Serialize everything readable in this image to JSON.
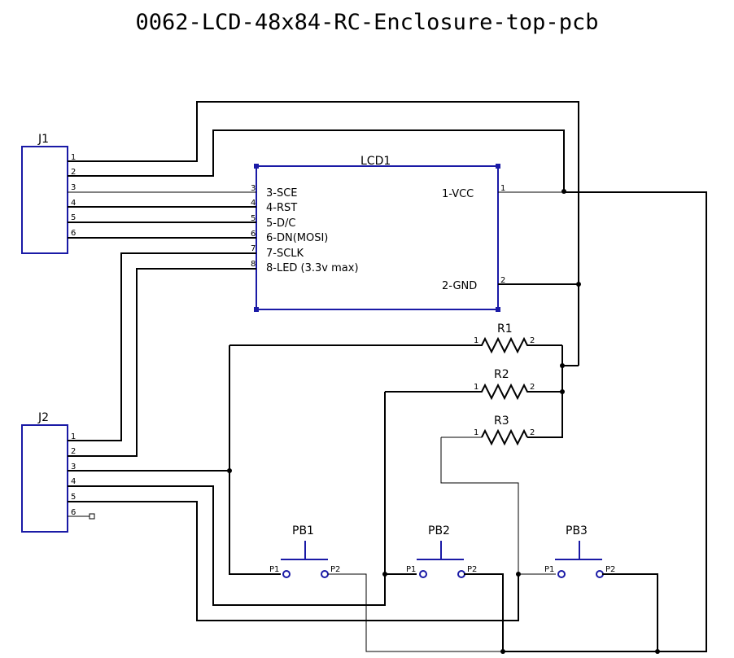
{
  "title": "0062-LCD-48x84-RC-Enclosure-top-pcb",
  "j1": {
    "ref": "J1",
    "pins": [
      "1",
      "2",
      "3",
      "4",
      "5",
      "6"
    ]
  },
  "j2": {
    "ref": "J2",
    "pins": [
      "1",
      "2",
      "3",
      "4",
      "5",
      "6"
    ]
  },
  "lcd": {
    "ref": "LCD1",
    "left_pins": [
      {
        "num": "3",
        "label": "3-SCE"
      },
      {
        "num": "4",
        "label": "4-RST"
      },
      {
        "num": "5",
        "label": "5-D/C"
      },
      {
        "num": "6",
        "label": "6-DN(MOSI)"
      },
      {
        "num": "7",
        "label": "7-SCLK"
      },
      {
        "num": "8",
        "label": "8-LED (3.3v max)"
      }
    ],
    "vcc": {
      "num": "1",
      "label": "1-VCC"
    },
    "gnd": {
      "num": "2",
      "label": "2-GND"
    }
  },
  "resistors": [
    {
      "ref": "R1",
      "p1": "1",
      "p2": "2"
    },
    {
      "ref": "R2",
      "p1": "1",
      "p2": "2"
    },
    {
      "ref": "R3",
      "p1": "1",
      "p2": "2"
    }
  ],
  "buttons": [
    {
      "ref": "PB1",
      "p1": "P1",
      "p2": "P2"
    },
    {
      "ref": "PB2",
      "p1": "P1",
      "p2": "P2"
    },
    {
      "ref": "PB3",
      "p1": "P1",
      "p2": "P2"
    }
  ]
}
